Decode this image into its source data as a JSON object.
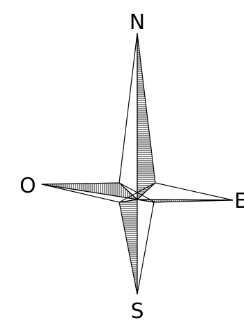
{
  "compass": {
    "north_label": "N",
    "east_label": "E",
    "south_label": "S",
    "west_label": "O"
  },
  "colors": {
    "ink": "#000000",
    "background": "#ffffff"
  }
}
